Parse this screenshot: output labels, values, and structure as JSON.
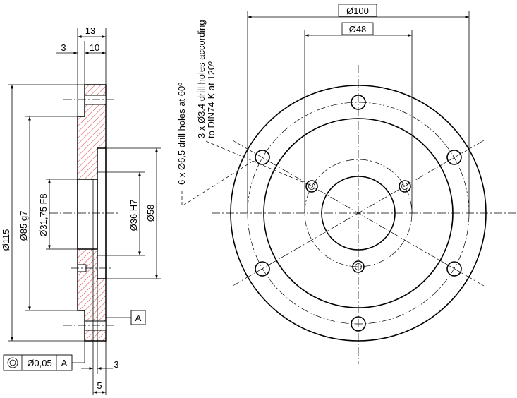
{
  "side_view": {
    "dim_total_width": "13",
    "dim_small_step": "3",
    "dim_flange_width": "10",
    "dia_outer": "Ø115",
    "dia_pilot": "Ø85 g7",
    "dia_bore": "Ø31,75 F8",
    "dia_recess": "Ø36 H7",
    "dia_58": "Ø58",
    "datum": "A",
    "dim_bottom_3": "3",
    "dim_bottom_5": "5",
    "tolerance": {
      "value": "Ø0,05",
      "datum": "A"
    }
  },
  "front_view": {
    "dia_100": "Ø100",
    "dia_48": "Ø48",
    "note_drill_6": "6 x Ø6,5 drill holes at 60º",
    "note_drill_3_line1": "3 x Ø3.4 drill holes according",
    "note_drill_3_line2": "to DIN74-K at 120º"
  }
}
